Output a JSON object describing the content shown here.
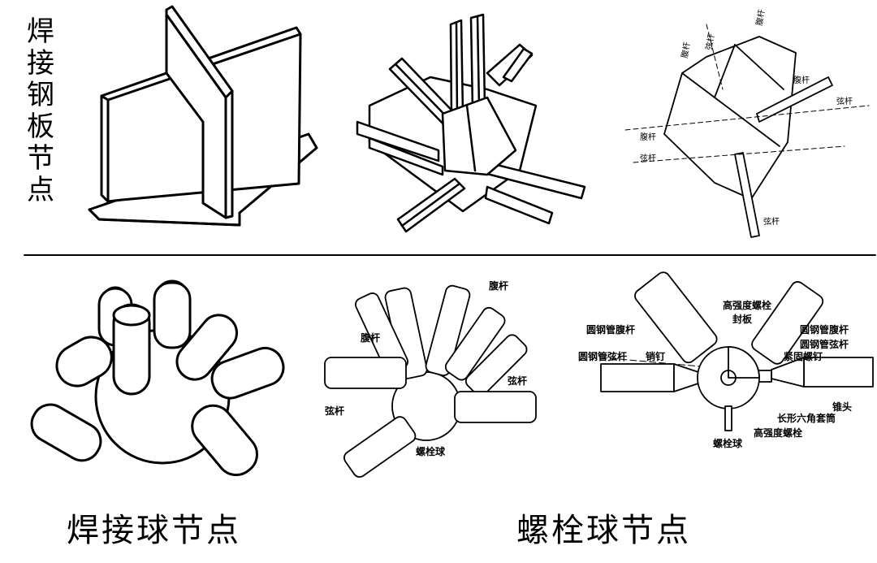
{
  "top_title": "焊接钢板节点",
  "captions": {
    "welded_ball": "焊接球节点",
    "bolted_ball": "螺栓球节点"
  },
  "plate_node_labels": {
    "web_top_1": "腹杆",
    "web_top_2": "弦杆",
    "web_top_3": "腹杆",
    "web_right": "腹杆",
    "chord_right": "弦杆",
    "web_left": "腹杆",
    "chord_left": "弦杆",
    "chord_bottom": "弦杆"
  },
  "bolt_ball_labels": {
    "web": "腹杆",
    "web_left": "腹杆",
    "chord_right": "弦杆",
    "chord_left": "弦杆",
    "ball": "螺栓球"
  },
  "detail_labels": {
    "hs_bolt_top": "高强度螺栓",
    "seal_plate": "封板",
    "tube_web_left": "圆钢管腹杆",
    "tube_web_right": "圆钢管腹杆",
    "tube_chord_left": "圆钢管弦杆",
    "tube_chord_right": "圆钢管弦杆",
    "pin": "销钉",
    "fastening_screw": "紧固螺钉",
    "cone_head": "锥头",
    "hex_sleeve": "长形六角套筒",
    "hs_bolt_bottom": "高强度螺栓",
    "bolt_ball": "螺栓球"
  },
  "colors": {
    "line": "#000000",
    "background": "#ffffff",
    "hatch": "#000000"
  }
}
